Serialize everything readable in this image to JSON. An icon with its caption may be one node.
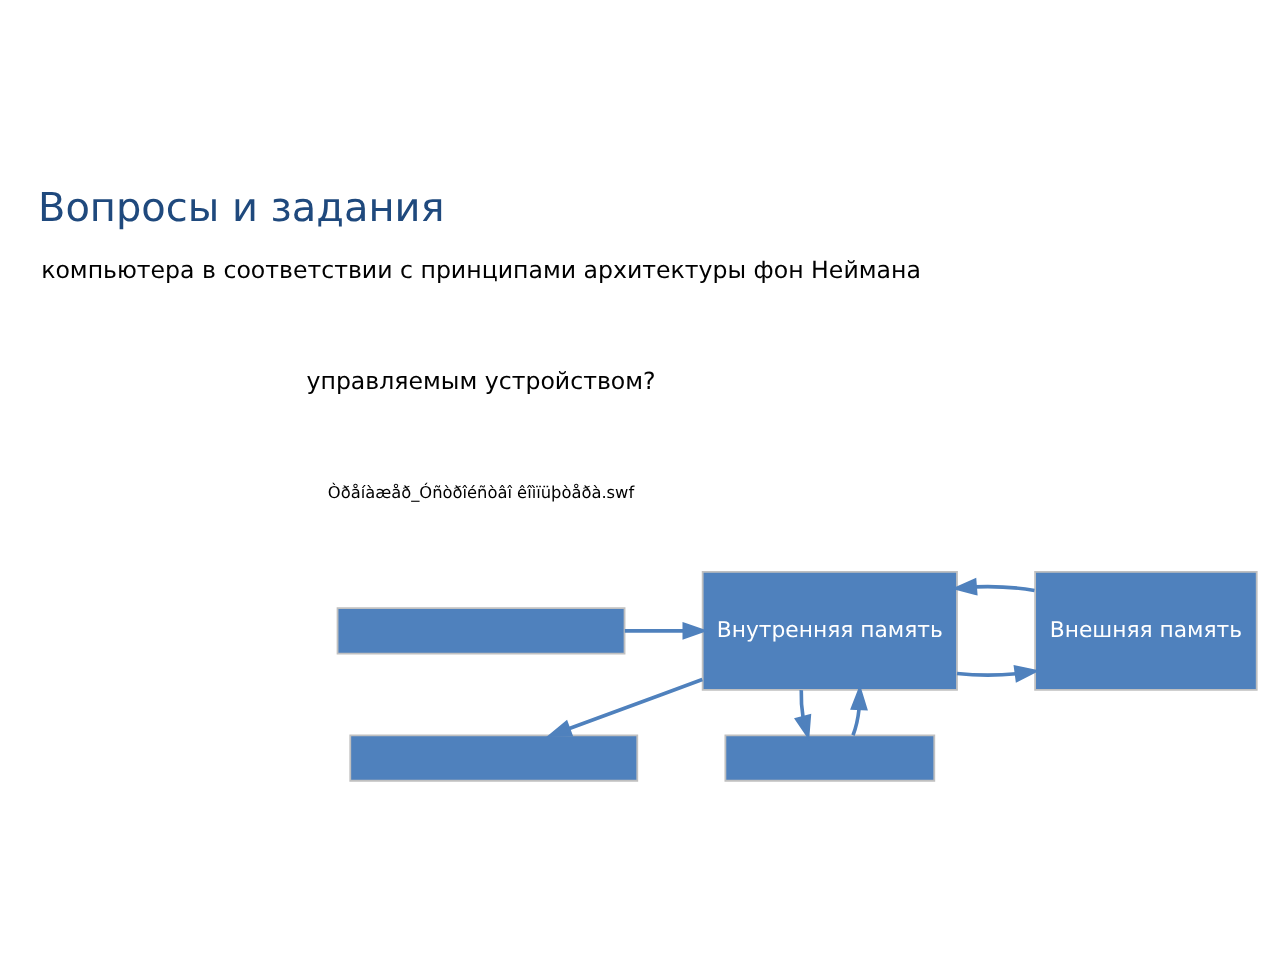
{
  "diagram": {
    "title": "Вопросы и задания",
    "nodes": [
      {
        "text": [],
        "shape": "box"
      },
      {
        "text": [],
        "shape": "box"
      },
      {
        "text": [
          "Внутренняя память"
        ]
      },
      {
        "text": [
          "Внешняя память"
        ]
      },
      {
        "text": [],
        "shape": "box"
      }
    ],
    "edges": [
      {
        "from": 0,
        "to": 2,
        "arrow": "to"
      },
      {
        "from": 2,
        "to": 1,
        "arrow": "to"
      },
      {
        "from": 2,
        "to": 3,
        "arrow": "to"
      },
      {
        "from": 3,
        "to": 2,
        "arrow": "to"
      },
      {
        "from": 2,
        "to": 4,
        "arrow": "to"
      },
      {
        "from": 4,
        "to": 2,
        "arrow": "to"
      }
    ],
    "labels": [
      "компьютера в соответствии с принципами архитектуры фон Неймана",
      "управляемым устройством?",
      "Òðåíàæåð_Óñòðîéñòâî êîìïüþòåðà.swf"
    ]
  }
}
